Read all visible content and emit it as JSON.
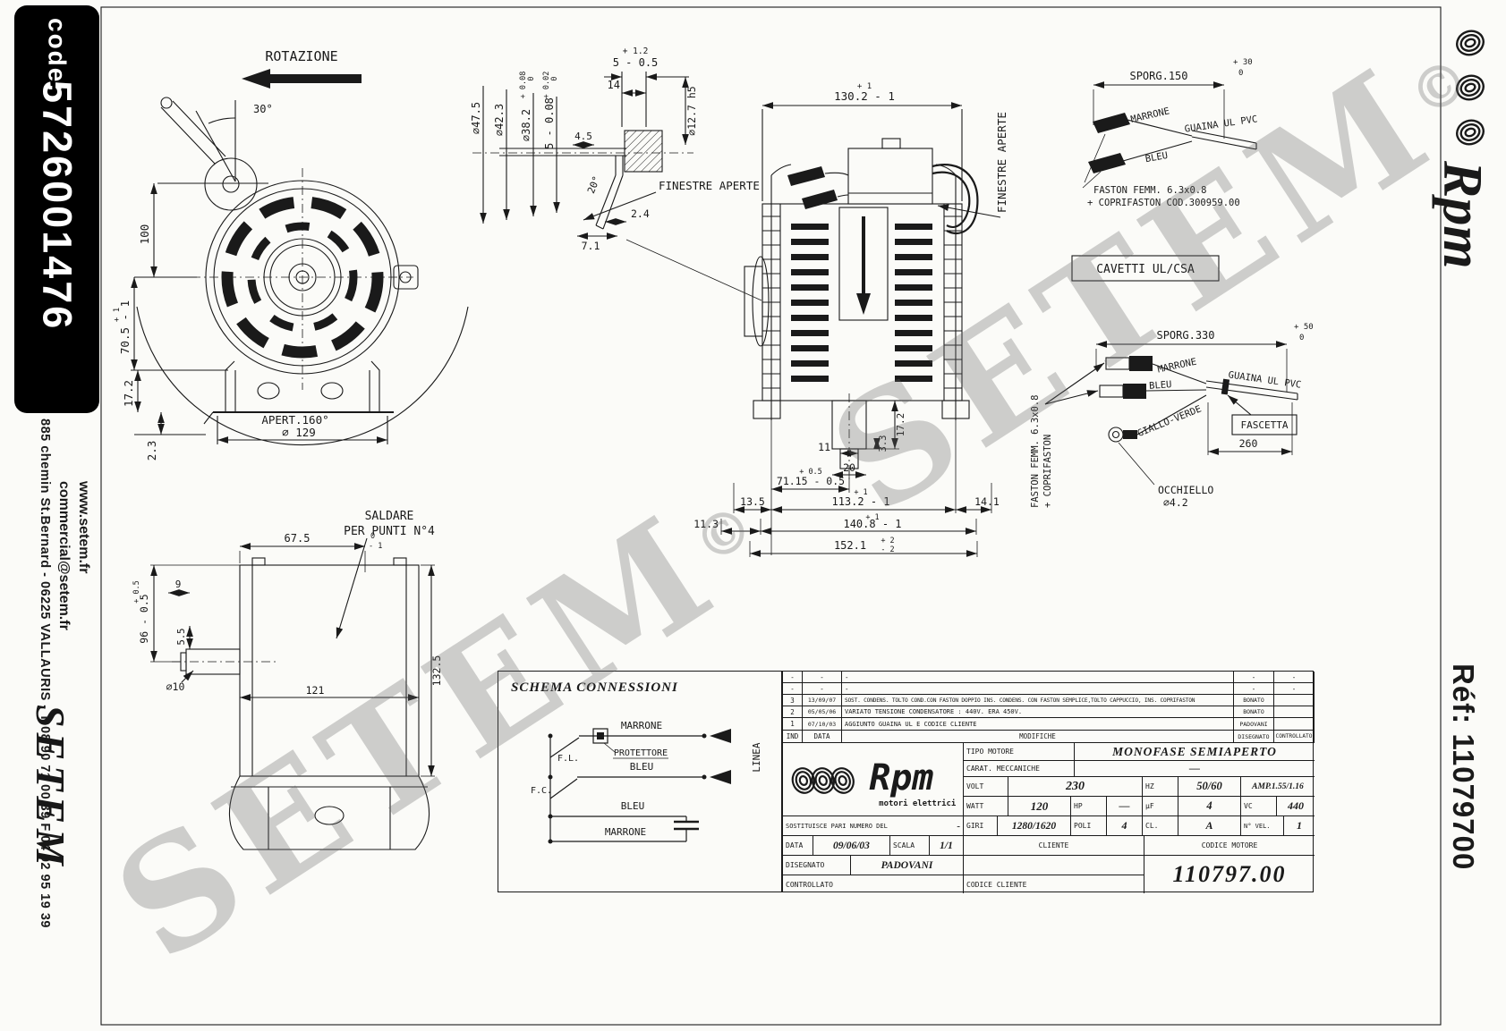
{
  "page": {
    "code_label": "code:",
    "code_value": "5726001476",
    "address": "885 chemin St.Bernard  -  06225 VALLAURIS  -  T 08 90 71 00 39   F 04 92 95 19 39",
    "website": "www.setem.fr",
    "email": "commercial@setem.fr",
    "setem_logo": "SETEM",
    "ref_label": "Réf: 11079700",
    "brand_script": "Rpm",
    "watermark_text": "SETEM",
    "copyright_mark": "©"
  },
  "front_view": {
    "rotation_label": "ROTAZIONE",
    "angle_30": "30°",
    "dim_100": "100",
    "dim_70_5": "70.5 - 1",
    "dim_70_5_tol": "+ 1",
    "dim_17_2": "17.2",
    "dim_2_3": "2.3",
    "aperture_label": "APERT.160°",
    "dia_129": "⌀ 129"
  },
  "section_view": {
    "tol_1_2": "+ 1.2",
    "dim_5": "5 - 0.5",
    "dim_14": "14",
    "dia_12_7": "⌀12.7 h5",
    "dia_47_5": "⌀47.5",
    "dia_42_3": "⌀42.3",
    "dia_38_2": "⌀38.2",
    "dia_38_2_tol_p": "+ 0.08",
    "dia_38_2_tol_m": "0",
    "dim_5_08": "5 - 0.08",
    "dim_5_08_tol_p": "+ 0.02",
    "dim_5_08_tol_m": "0",
    "dim_4_5": "4.5",
    "angle_20": "20°",
    "dim_2_4": "2.4",
    "dim_7_1": "7.1",
    "finestre_label": "FINESTRE APERTE"
  },
  "side_view": {
    "finestre_label": "FINESTRE APERTE",
    "dim_130_2": "130.2 - 1",
    "dim_130_2_tol": "+ 1",
    "dim_13_5": "13.5",
    "dim_113_2": "113.2 - 1",
    "dim_113_2_tol": "+ 1",
    "dim_14_1": "14.1",
    "dim_11_3": "11.3",
    "dim_140_8": "140.8 - 1",
    "dim_140_8_tol": "+ 1",
    "dim_152_1": "152.1",
    "dim_152_1_tol_p": "+ 2",
    "dim_152_1_tol_m": "- 2",
    "dim_71_15": "71.15 - 0.5",
    "dim_71_15_tol": "+ 0.5",
    "dim_20": "20",
    "dim_11": "11",
    "dim_3_3": "3.3",
    "dim_17_2": "17.2"
  },
  "cable_top": {
    "sporg": "SPORG.150",
    "sporg_tol_p": "+ 30",
    "sporg_tol_m": "0",
    "marrone": "MARRONE",
    "guaina": "GUAINA UL PVC",
    "bleu": "BLEU",
    "faston": "FASTON FEMM. 6.3x0.8",
    "coprifaston": "+ COPRIFASTON COD.300959.00",
    "cavetti": "CAVETTI UL/CSA"
  },
  "cable_mid": {
    "sporg": "SPORG.330",
    "sporg_tol_p": "+ 50",
    "sporg_tol_m": "0",
    "marrone": "MARRONE",
    "bleu": "BLEU",
    "guaina": "GUAINA UL PVC",
    "giallo_verde": "GIALLO-VERDE",
    "fascetta": "FASCETTA",
    "dim_260": "260",
    "occhiello": "OCCHIELLO",
    "occhiello_dia": "⌀4.2",
    "faston_v1": "FASTON FEMM. 6.3x0.8",
    "faston_v2": "+ COPRIFASTON"
  },
  "bracket_view": {
    "saldare_1": "SALDARE",
    "saldare_2": "PER PUNTI N°4",
    "dim_67_5": "67.5",
    "dim_67_5_tol_p": "0",
    "dim_67_5_tol_m": "- 1",
    "dim_9": "9",
    "dim_96": "96 - 0.5",
    "dim_96_tol": "+ 0.5",
    "dim_5_5": "5.5",
    "dia_10": "⌀10",
    "dim_121": "121",
    "dim_132_5": "132.5"
  },
  "schema": {
    "title": "SCHEMA CONNESSIONI",
    "marrone_top": "MARRONE",
    "protettore": "PROTETTORE",
    "fl": "F.L.",
    "fc": "F.C.",
    "bleu_top": "BLEU",
    "linea": "LINEA",
    "bleu_bottom": "BLEU",
    "marrone_bottom": "MARRONE"
  },
  "revisions": {
    "header": {
      "ind": "IND",
      "date": "DATA",
      "mod": "MODIFICHE",
      "drawn": "DISEGNATO",
      "checked": "CONTROLLATO"
    },
    "rows": [
      {
        "ind": "-",
        "date": "-",
        "mod": "-",
        "drawn": "-",
        "checked": "-"
      },
      {
        "ind": "-",
        "date": "-",
        "mod": "-",
        "drawn": "-",
        "checked": "-"
      },
      {
        "ind": "3",
        "date": "13/09/07",
        "mod": "SOST. CONDENS. TOLTO COND.CON FASTON DOPPIO INS. CONDENS. CON FASTON SEMPLICE,TOLTO CAPPUCCIO, INS. COPRIFASTON",
        "drawn": "BONATO",
        "checked": ""
      },
      {
        "ind": "2",
        "date": "05/05/06",
        "mod": "VARIATO TENSIONE CONDENSATORE : 440V. ERA 450V.",
        "drawn": "BONATO",
        "checked": ""
      },
      {
        "ind": "1",
        "date": "07/10/03",
        "mod": "AGGIUNTO GUAINA UL E CODICE CLIENTE",
        "drawn": "PADOVANI",
        "checked": ""
      }
    ]
  },
  "title_block": {
    "brand": "Rpm",
    "brand_sub": "motori elettrici",
    "tipo_label": "TIPO MOTORE",
    "tipo_value": "MONOFASE SEMIAPERTO",
    "carat_label": "CARAT. MECCANICHE",
    "carat_value": "—",
    "volt_label": "VOLT",
    "volt_value": "230",
    "hz_label": "HZ",
    "hz_value": "50/60",
    "amp_value": "AMP.1.55/1.16",
    "watt_label": "WATT",
    "watt_value": "120",
    "hp_label": "HP",
    "hp_value": "—",
    "uf_label": "µF",
    "uf_value": "4",
    "vc_label": "VC",
    "vc_value": "440",
    "sost_label": "SOSTITUISCE PARI NUMERO DEL",
    "sost_value": "-",
    "giri_label": "GIRI",
    "giri_value": "1280/1620",
    "poli_label": "POLI",
    "poli_value": "4",
    "cl_label": "CL.",
    "cl_value": "A",
    "nvel_label": "N° VEL.",
    "nvel_value": "1",
    "data_label": "DATA",
    "data_value": "09/06/03",
    "scala_label": "SCALA",
    "scala_value": "1/1",
    "cliente_label": "CLIENTE",
    "codice_motore_label": "CODICE MOTORE",
    "disegnato_label": "DISEGNATO",
    "disegnato_value": "PADOVANI",
    "controllato_label": "CONTROLLATO",
    "codice_cliente_label": "CODICE CLIENTE",
    "codice_motore_value": "110797.00"
  }
}
